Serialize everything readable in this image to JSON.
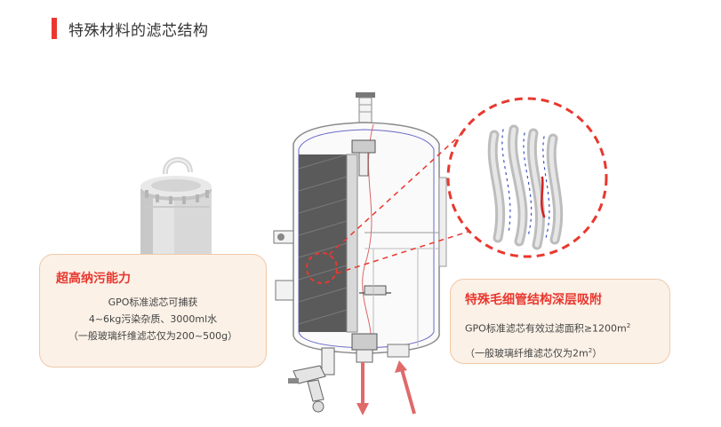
{
  "page_title": "特殊材料的滤芯结构",
  "colors": {
    "accent": "#e8382f",
    "card_bg": "#fbf1e7",
    "card_border": "#f0c9a8"
  },
  "left_card": {
    "heading": "超高纳污能力",
    "line1": "GPO标准滤芯可捕获",
    "line2": "4~6kg污染杂质、3000ml水",
    "line3": "（一般玻璃纤维滤芯仅为200~500g）"
  },
  "right_card": {
    "heading": "特殊毛细管结构深层吸附",
    "line1_main": "GPO标准滤芯有效过滤面积≥1200m",
    "line1_sup": "2",
    "line2_main": "（一般玻璃纤维滤芯仅为2m",
    "line2_sup": "2",
    "line2_end": "）"
  }
}
